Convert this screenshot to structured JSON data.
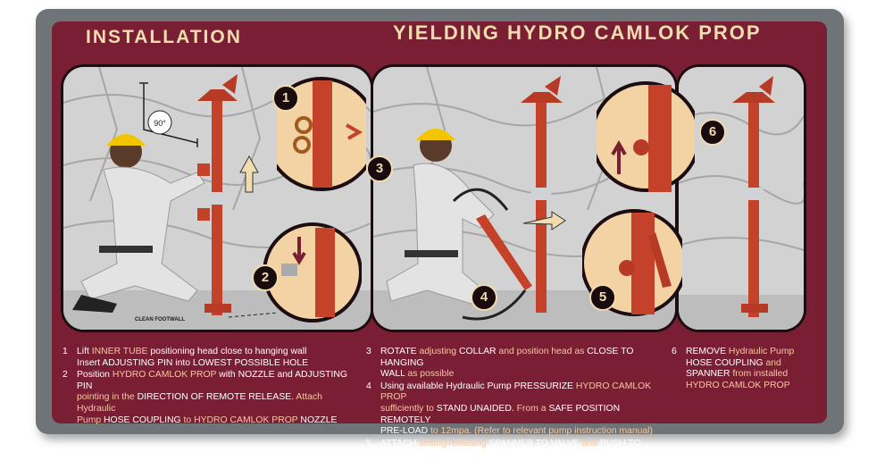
{
  "header": {
    "section_label": "INSTALLATION",
    "title": "YIELDING HYDRO CAMLOK PROP"
  },
  "illustration": {
    "angle_label": "90°",
    "footwall_label": "CLEAN FOOTWALL",
    "step_badges": [
      "1",
      "2",
      "3",
      "4",
      "5",
      "6"
    ]
  },
  "instructions": {
    "col1": [
      {
        "num": "1",
        "lines": [
          [
            {
              "t": "Lift ",
              "h": false
            },
            {
              "t": "INNER TUBE",
              "h": true
            },
            {
              "t": " positioning head close to hanging wall",
              "h": false
            }
          ],
          [
            {
              "t": "Insert ADJUSTING PIN into LOWEST POSSIBLE HOLE",
              "h": false
            }
          ]
        ]
      },
      {
        "num": "2",
        "lines": [
          [
            {
              "t": "Position ",
              "h": false
            },
            {
              "t": "HYDRO CAMLOK PROP",
              "h": true
            },
            {
              "t": " with NOZZLE and ADJUSTING PIN",
              "h": false
            }
          ],
          [
            {
              "t": "pointing in the ",
              "h": true
            },
            {
              "t": "DIRECTION OF REMOTE RELEASE.",
              "h": false
            },
            {
              "t": " Attach Hydraulic",
              "h": true
            }
          ],
          [
            {
              "t": "Pump ",
              "h": true
            },
            {
              "t": "HOSE COUPLING",
              "h": false
            },
            {
              "t": " to ",
              "h": true
            },
            {
              "t": "HYDRO CAMLOK PROP",
              "h": true
            },
            {
              "t": " NOZZLE",
              "h": false
            }
          ]
        ]
      }
    ],
    "col2": [
      {
        "num": "3",
        "lines": [
          [
            {
              "t": "ROTATE",
              "h": false
            },
            {
              "t": " adjusting ",
              "h": true
            },
            {
              "t": "COLLAR",
              "h": false
            },
            {
              "t": " and position head as ",
              "h": true
            },
            {
              "t": "CLOSE TO HANGING",
              "h": false
            }
          ],
          [
            {
              "t": "WALL",
              "h": false
            },
            {
              "t": " as possible",
              "h": true
            }
          ]
        ]
      },
      {
        "num": "4",
        "lines": [
          [
            {
              "t": "Using available Hydraulic Pump ",
              "h": false
            },
            {
              "t": "PRESSURIZE",
              "h": false
            },
            {
              "t": " HYDRO CAMLOK PROP",
              "h": true
            }
          ],
          [
            {
              "t": "sufficiently to ",
              "h": true
            },
            {
              "t": "STAND UNAIDED.",
              "h": false
            },
            {
              "t": " From a ",
              "h": true
            },
            {
              "t": "SAFE POSITION REMOTELY",
              "h": false
            }
          ],
          [
            {
              "t": "PRE-LOAD",
              "h": false
            },
            {
              "t": " to 12mpa. (Refer to relevant pump instruction manual)",
              "h": true
            }
          ]
        ]
      },
      {
        "num": "5",
        "lines": [
          [
            {
              "t": "ATTACH",
              "h": false
            },
            {
              "t": " setting/releasing ",
              "h": true
            },
            {
              "t": "SPANNER TO VALVE",
              "h": false
            },
            {
              "t": " and ",
              "h": true
            },
            {
              "t": "PUSH TO CLOSE",
              "h": false
            }
          ]
        ]
      }
    ],
    "col3": [
      {
        "num": "6",
        "lines": [
          [
            {
              "t": "REMOVE",
              "h": false
            },
            {
              "t": " Hydraulic Pump",
              "h": true
            }
          ],
          [
            {
              "t": "HOSE COUPLING",
              "h": false
            },
            {
              "t": " and",
              "h": true
            }
          ],
          [
            {
              "t": "SPANNER",
              "h": false
            },
            {
              "t": " from installed",
              "h": true
            }
          ],
          [
            {
              "t": "HYDRO CAMLOK PROP",
              "h": true
            }
          ]
        ]
      }
    ]
  }
}
